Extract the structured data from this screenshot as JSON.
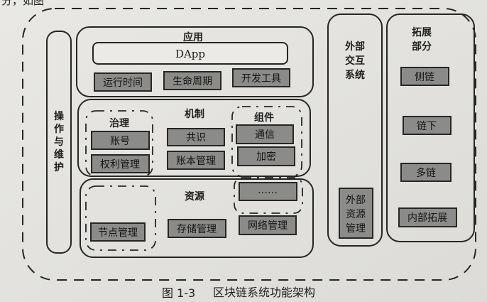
{
  "top_text_fragment": "分，如图",
  "ops_column": {
    "label_chars": [
      "操",
      "作",
      "与",
      "维",
      "护"
    ]
  },
  "application": {
    "title": "应用",
    "dapp": "DApp",
    "items": [
      "运行时间",
      "生命周期",
      "开发工具"
    ]
  },
  "mechanism": {
    "title": "机制",
    "governance": {
      "title": "治理",
      "items": [
        "账号",
        "权利管理"
      ]
    },
    "core_items": [
      "共识",
      "账本管理"
    ],
    "components": {
      "title": "组件",
      "items": [
        "通信",
        "加密"
      ]
    }
  },
  "resources": {
    "title": "资源",
    "node_management": "节点管理",
    "storage_management": "存储管理",
    "ellipsis": "……",
    "network_management": "网络管理"
  },
  "external": {
    "title_lines": [
      "外部",
      "交互",
      "系统"
    ],
    "resource_lines": [
      "外部",
      "资源",
      "管理"
    ]
  },
  "extension": {
    "title_lines": [
      "拓展",
      "部分"
    ],
    "items": [
      "侧链",
      "链下",
      "多链",
      "内部拓展"
    ]
  },
  "caption": {
    "figure": "图 1-3",
    "title": "区块链系统功能架构"
  }
}
